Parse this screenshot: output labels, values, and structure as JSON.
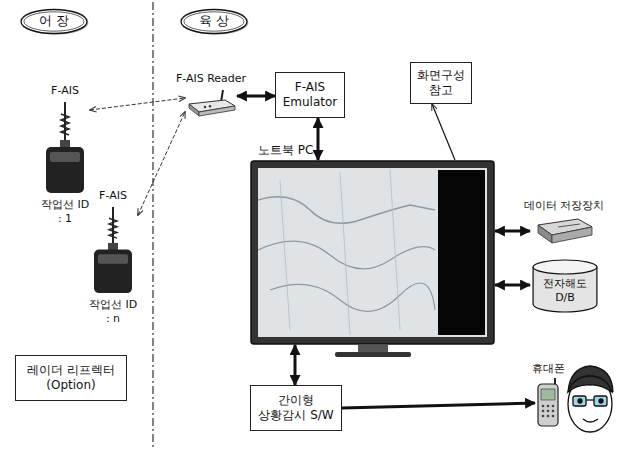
{
  "diagram": {
    "nodes": [
      {
        "text": [
          "어 장"
        ]
      },
      {
        "text": [
          "육 상"
        ]
      },
      {
        "text": [
          "F-AIS",
          "작업선 ID : 1"
        ]
      },
      {
        "text": [
          "F-AIS",
          "작업선 ID : n"
        ]
      },
      {
        "text": [
          "레이더 리프렉터 (Option)"
        ]
      },
      {
        "text": [
          "F-AIS Reader"
        ]
      },
      {
        "text": [
          "F-AIS Emulator"
        ]
      },
      {
        "text": [
          "화면구성 참고"
        ]
      },
      {
        "text": [
          "노트북 PC"
        ]
      },
      {
        "text": [
          "데이터 저장장치"
        ]
      },
      {
        "text": [
          "전자해도 D/B"
        ]
      },
      {
        "text": [
          "간이형 상황감시 S/W"
        ]
      },
      {
        "text": [
          "휴대폰"
        ]
      }
    ],
    "edges": [
      {
        "from": 2,
        "to": 5,
        "arrow": "both"
      },
      {
        "from": 3,
        "to": 5,
        "arrow": "both"
      },
      {
        "from": 5,
        "to": 6,
        "arrow": "both"
      },
      {
        "from": 6,
        "to": 8,
        "arrow": "both"
      },
      {
        "from": 8,
        "to": 7,
        "arrow": "to"
      },
      {
        "from": 8,
        "to": 9,
        "arrow": "both"
      },
      {
        "from": 8,
        "to": 10,
        "arrow": "both"
      },
      {
        "from": 8,
        "to": 11,
        "arrow": "both"
      },
      {
        "from": 11,
        "to": 12,
        "arrow": "to"
      }
    ]
  }
}
